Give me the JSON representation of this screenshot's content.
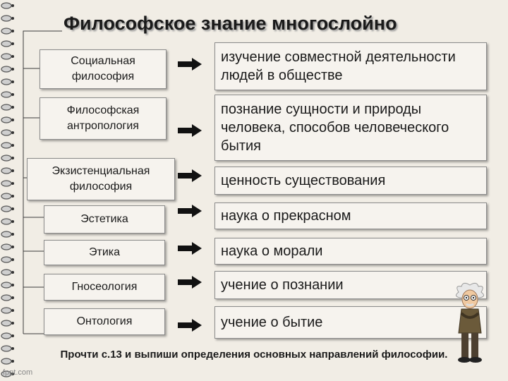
{
  "title": "Философское знание многослойно",
  "rows": [
    {
      "left": "Социальная философия",
      "right": "изучение совместной деятельности людей в обществе"
    },
    {
      "left": "Философская антропология",
      "right": "познание сущности и природы человека, способов человеческого бытия"
    },
    {
      "left": "Экзистенциальная философия",
      "right": "ценность существования"
    },
    {
      "left": "Эстетика",
      "right": "наука о прекрасном"
    },
    {
      "left": "Этика",
      "right": "наука о морали"
    },
    {
      "left": "Гносеология",
      "right": "учение о познании"
    },
    {
      "left": "Онтология",
      "right": "учение о бытие"
    }
  ],
  "footer": "Прочти с.13 и выпиши определения основных направлений философии.",
  "watermark": "fppt.com",
  "colors": {
    "background": "#f1ede5",
    "box": "#f6f3ee",
    "border": "#8b8b8b",
    "text": "#1a1a1a"
  }
}
